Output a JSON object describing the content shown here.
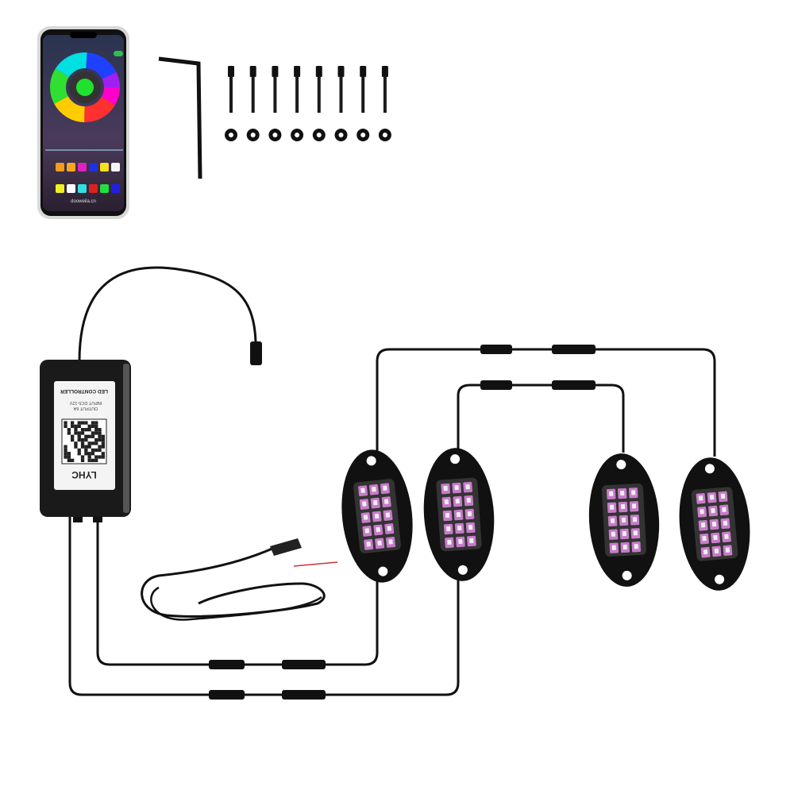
{
  "phone": {
    "website": "dooweila.cn",
    "swatches_row1": [
      "#f39c1f",
      "#f5a623",
      "#e020c0",
      "#2030e0",
      "#f5e020",
      "#f5f5f5"
    ],
    "swatches_row2": [
      "#f0f020",
      "#ffffff",
      "#30e0e0",
      "#e02020",
      "#20e040",
      "#2020e0"
    ]
  },
  "controller": {
    "brand": "LYHC",
    "title": "LED CONTROLLER",
    "input": "INPUT DC5-12V",
    "output": "OUTPUT 6A"
  },
  "kit": {
    "screw_count": 8,
    "light_count": 4
  },
  "colors": {
    "cable": "#111111",
    "body": "#1a1a1a",
    "led": "#c77bc9"
  }
}
